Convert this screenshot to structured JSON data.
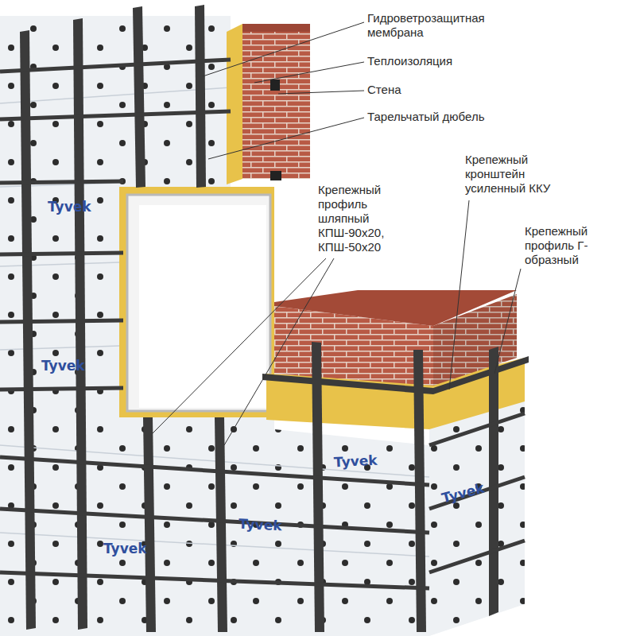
{
  "diagram": {
    "labels": [
      "Гидроветрозащитная мембрана",
      "Теплоизоляция",
      "Стена",
      "Тарельчатый дюбель",
      "Крепежный кронштейн усиленный ККУ",
      "Крепежный профиль шляпный КПШ-90х20, КПШ-50х20",
      "Крепежный профиль Г-образный",
      "Tyvek",
      "Tyvek",
      "Tyvek",
      "Tyvek",
      "Tyvek",
      "Tyvek"
    ]
  }
}
